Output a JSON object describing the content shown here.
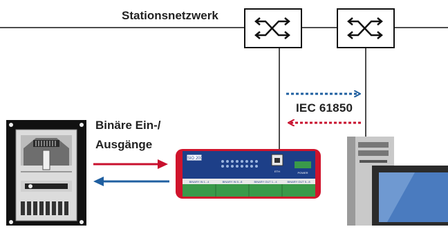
{
  "network": {
    "label": "Stationsnetzwerk"
  },
  "binary_io": {
    "label_line1": "Binäre Ein-/",
    "label_line2": "Ausgänge"
  },
  "protocol": {
    "label": "IEC 61850"
  },
  "device": {
    "model_label": "ISIO 200",
    "port_label": "ETH",
    "power_label": "POWER",
    "terminal_labels": [
      "BINARY IN 1...4",
      "BINARY IN 5...8",
      "BINARY OUT 1...4",
      "BINARY OUT 5...8"
    ]
  },
  "colors": {
    "forward_arrow": "#c8102e",
    "return_arrow": "#1f5fa0",
    "device_body": "#d0142c",
    "device_panel": "#1d3f88",
    "terminal_green": "#3a9a4a",
    "line": "#111111"
  }
}
